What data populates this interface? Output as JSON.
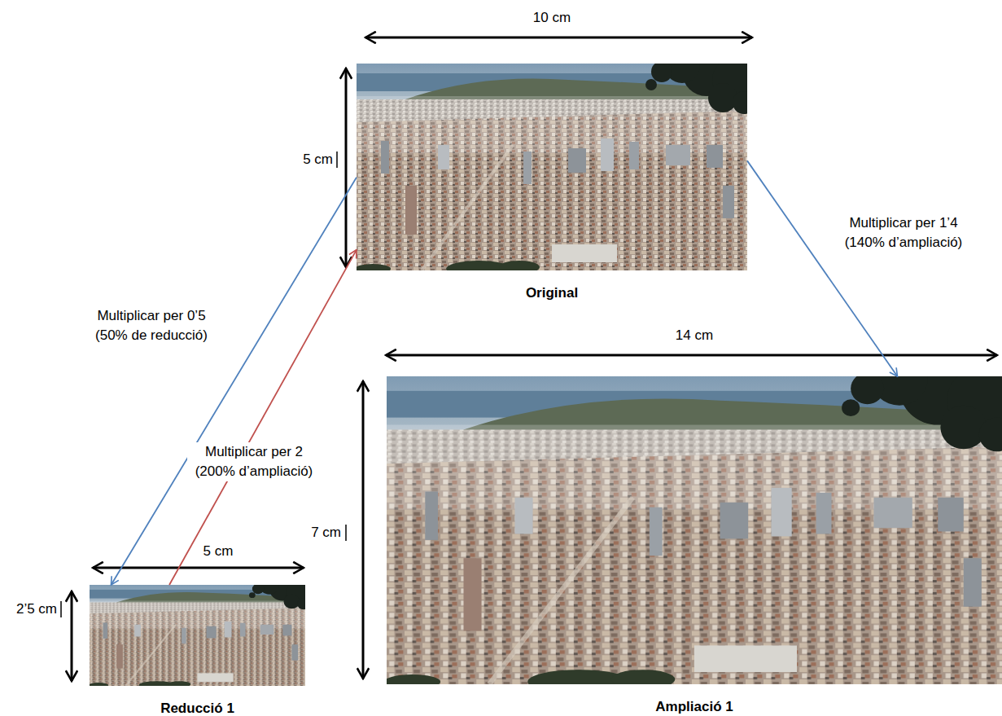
{
  "diagram": {
    "nodes": [
      {
        "text": [
          "Original"
        ]
      },
      {
        "text": [
          "Ampliació 1"
        ]
      },
      {
        "text": [
          "Reducció 1"
        ]
      }
    ],
    "edges": [
      {
        "from": 0,
        "to": 1,
        "arrow": "to",
        "label": "Multiplicar per 1’4 (140% d’ampliació)"
      },
      {
        "from": 0,
        "to": 2,
        "arrow": "to",
        "label": "Multiplicar per 0’5 (50% de reducció)"
      },
      {
        "from": 2,
        "to": 0,
        "arrow": "to",
        "label": "Multiplicar per 2 (200% d’ampliació)"
      }
    ],
    "labels": [
      "10 cm",
      "5 cm",
      "14 cm",
      "7 cm",
      "5 cm",
      "2’5 cm"
    ]
  }
}
